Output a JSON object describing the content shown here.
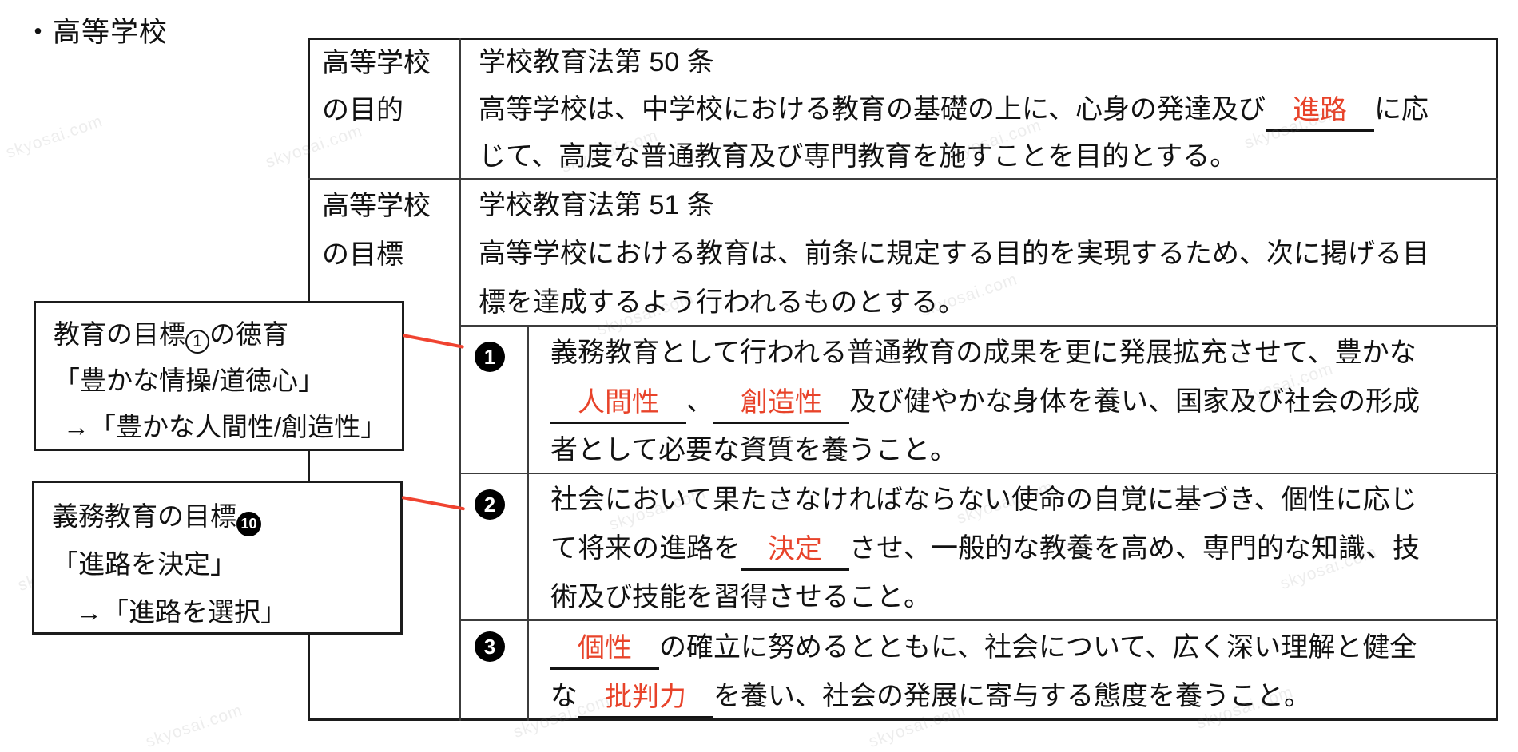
{
  "page_title": "・高等学校",
  "watermark": "skyosai.com",
  "colors": {
    "answer_red": "#e8432a",
    "connector_red": "#f04330",
    "border_black": "#1c1c1c"
  },
  "table": {
    "col1_rows": [
      {
        "lines": [
          "高等学校",
          "の目的"
        ]
      },
      {
        "lines": [
          "高等学校",
          "の目標"
        ]
      }
    ],
    "rows": [
      {
        "header_index": 0,
        "lines": [
          [
            {
              "text": "学校教育法第 50 条"
            }
          ],
          [
            {
              "text": "高等学校は、中学校における教育の基礎の上に、心身の発達及び"
            },
            {
              "answer": "進路"
            },
            {
              "text": "に応"
            }
          ],
          [
            {
              "text": "じて、高度な普通教育及び専門教育を施すことを目的とする。"
            }
          ]
        ]
      },
      {
        "header_index": 1,
        "lines": [
          [
            {
              "text": "学校教育法第 51 条"
            }
          ],
          [
            {
              "text": "高等学校における教育は、前条に規定する目的を実現するため、次に掲げる目"
            }
          ],
          [
            {
              "text": "標を達成するよう行われるものとする。"
            }
          ]
        ]
      },
      {
        "number": "1",
        "lines": [
          [
            {
              "text": "義務教育として行われる普通教育の成果を更に発展拡充させて、豊かな"
            }
          ],
          [
            {
              "answer": "人間性"
            },
            {
              "text": "、"
            },
            {
              "answer": "創造性"
            },
            {
              "text": "及び健やかな身体を養い、国家及び社会の形成"
            }
          ],
          [
            {
              "text": "者として必要な資質を養うこと。"
            }
          ]
        ]
      },
      {
        "number": "2",
        "lines": [
          [
            {
              "text": "社会において果たさなければならない使命の自覚に基づき、個性に応じ"
            }
          ],
          [
            {
              "text": "て将来の進路を"
            },
            {
              "answer": "決定"
            },
            {
              "text": "させ、一般的な教養を高め、専門的な知識、技"
            }
          ],
          [
            {
              "text": "術及び技能を習得させること。"
            }
          ]
        ]
      },
      {
        "number": "3",
        "lines": [
          [
            {
              "answer": "個性"
            },
            {
              "text": "の確立に努めるとともに、社会について、広く深い理解と健全"
            }
          ],
          [
            {
              "text": "な"
            },
            {
              "answer": "批判力"
            },
            {
              "text": "を養い、社会の発展に寄与する態度を養うこと。"
            }
          ]
        ]
      }
    ]
  },
  "annotations": [
    {
      "lines": [
        [
          {
            "text": "教育の目標"
          },
          {
            "badge": "1",
            "filled": false
          },
          {
            "text": "の徳育"
          }
        ],
        [
          {
            "text": "「豊かな情操/道徳心」"
          }
        ],
        [
          {
            "text": "→「豊かな人間性/創造性」"
          }
        ]
      ]
    },
    {
      "lines": [
        [
          {
            "text": "義務教育の目標"
          },
          {
            "badge": "10",
            "filled": true
          }
        ],
        [
          {
            "text": "「進路を決定」"
          }
        ],
        [
          {
            "text": "→「進路を選択」"
          }
        ]
      ]
    }
  ]
}
